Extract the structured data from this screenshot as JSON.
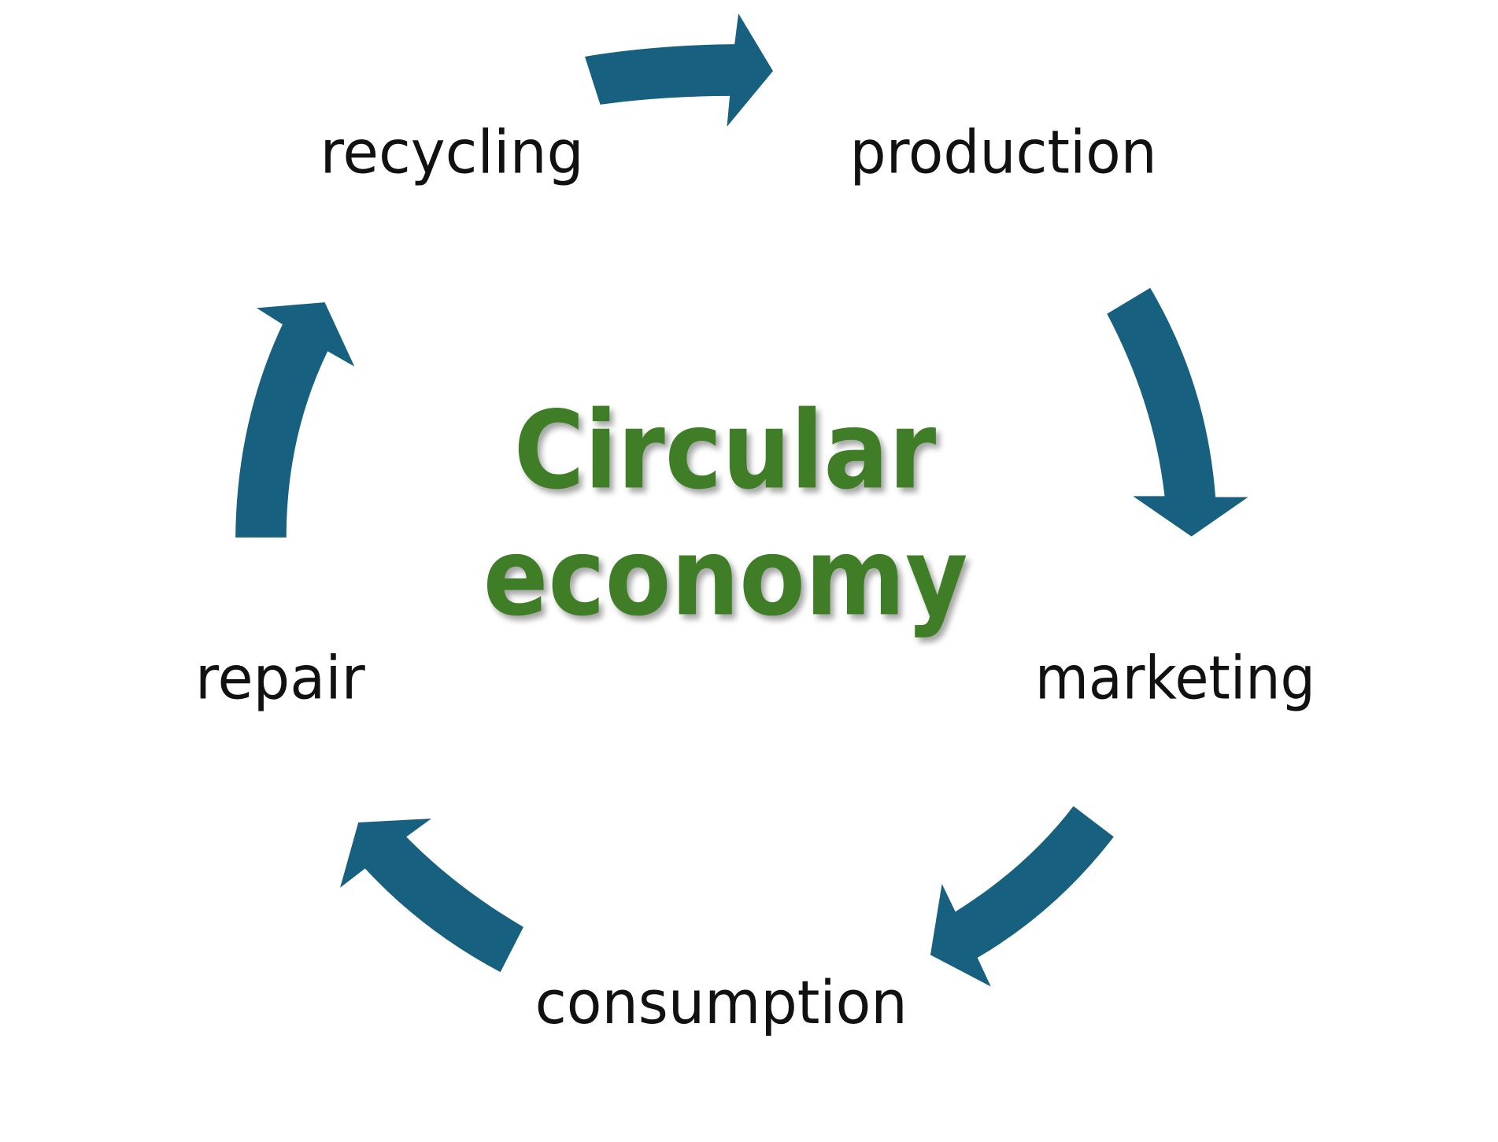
{
  "diagram": {
    "title_line1": "Circular",
    "title_line2": "economy",
    "stages": [
      "production",
      "marketing",
      "consumption",
      "repair",
      "recycling"
    ],
    "colors": {
      "arrow": "#17607f",
      "title": "#3f7e26",
      "label": "#111111"
    }
  }
}
